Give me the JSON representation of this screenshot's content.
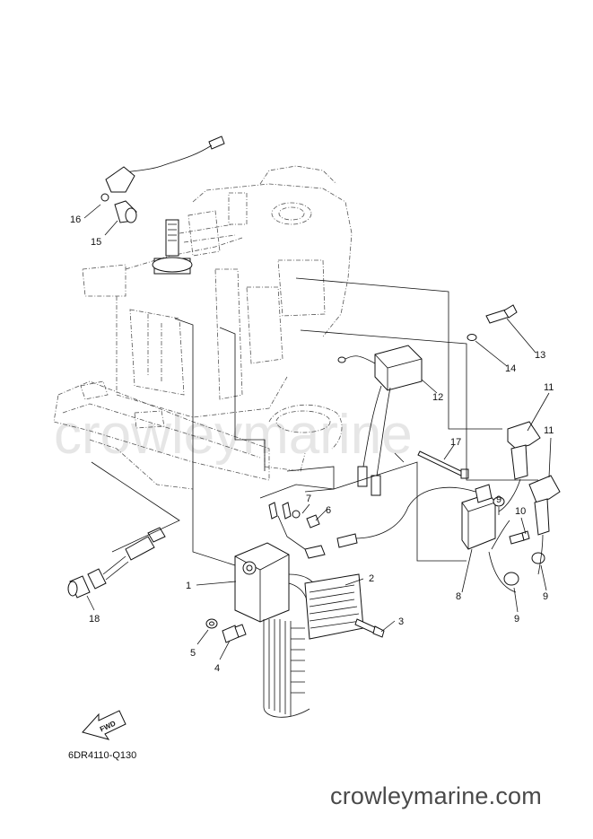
{
  "diagram": {
    "code": "6DR4110-Q130",
    "fwd_label": "FWD",
    "watermark": "crowleymarine",
    "footer": "crowleymarine.com",
    "callouts": [
      "1",
      "2",
      "3",
      "4",
      "5",
      "6",
      "7",
      "8",
      "9",
      "9",
      "9",
      "10",
      "11",
      "11",
      "12",
      "13",
      "14",
      "15",
      "16",
      "17",
      "18"
    ]
  }
}
